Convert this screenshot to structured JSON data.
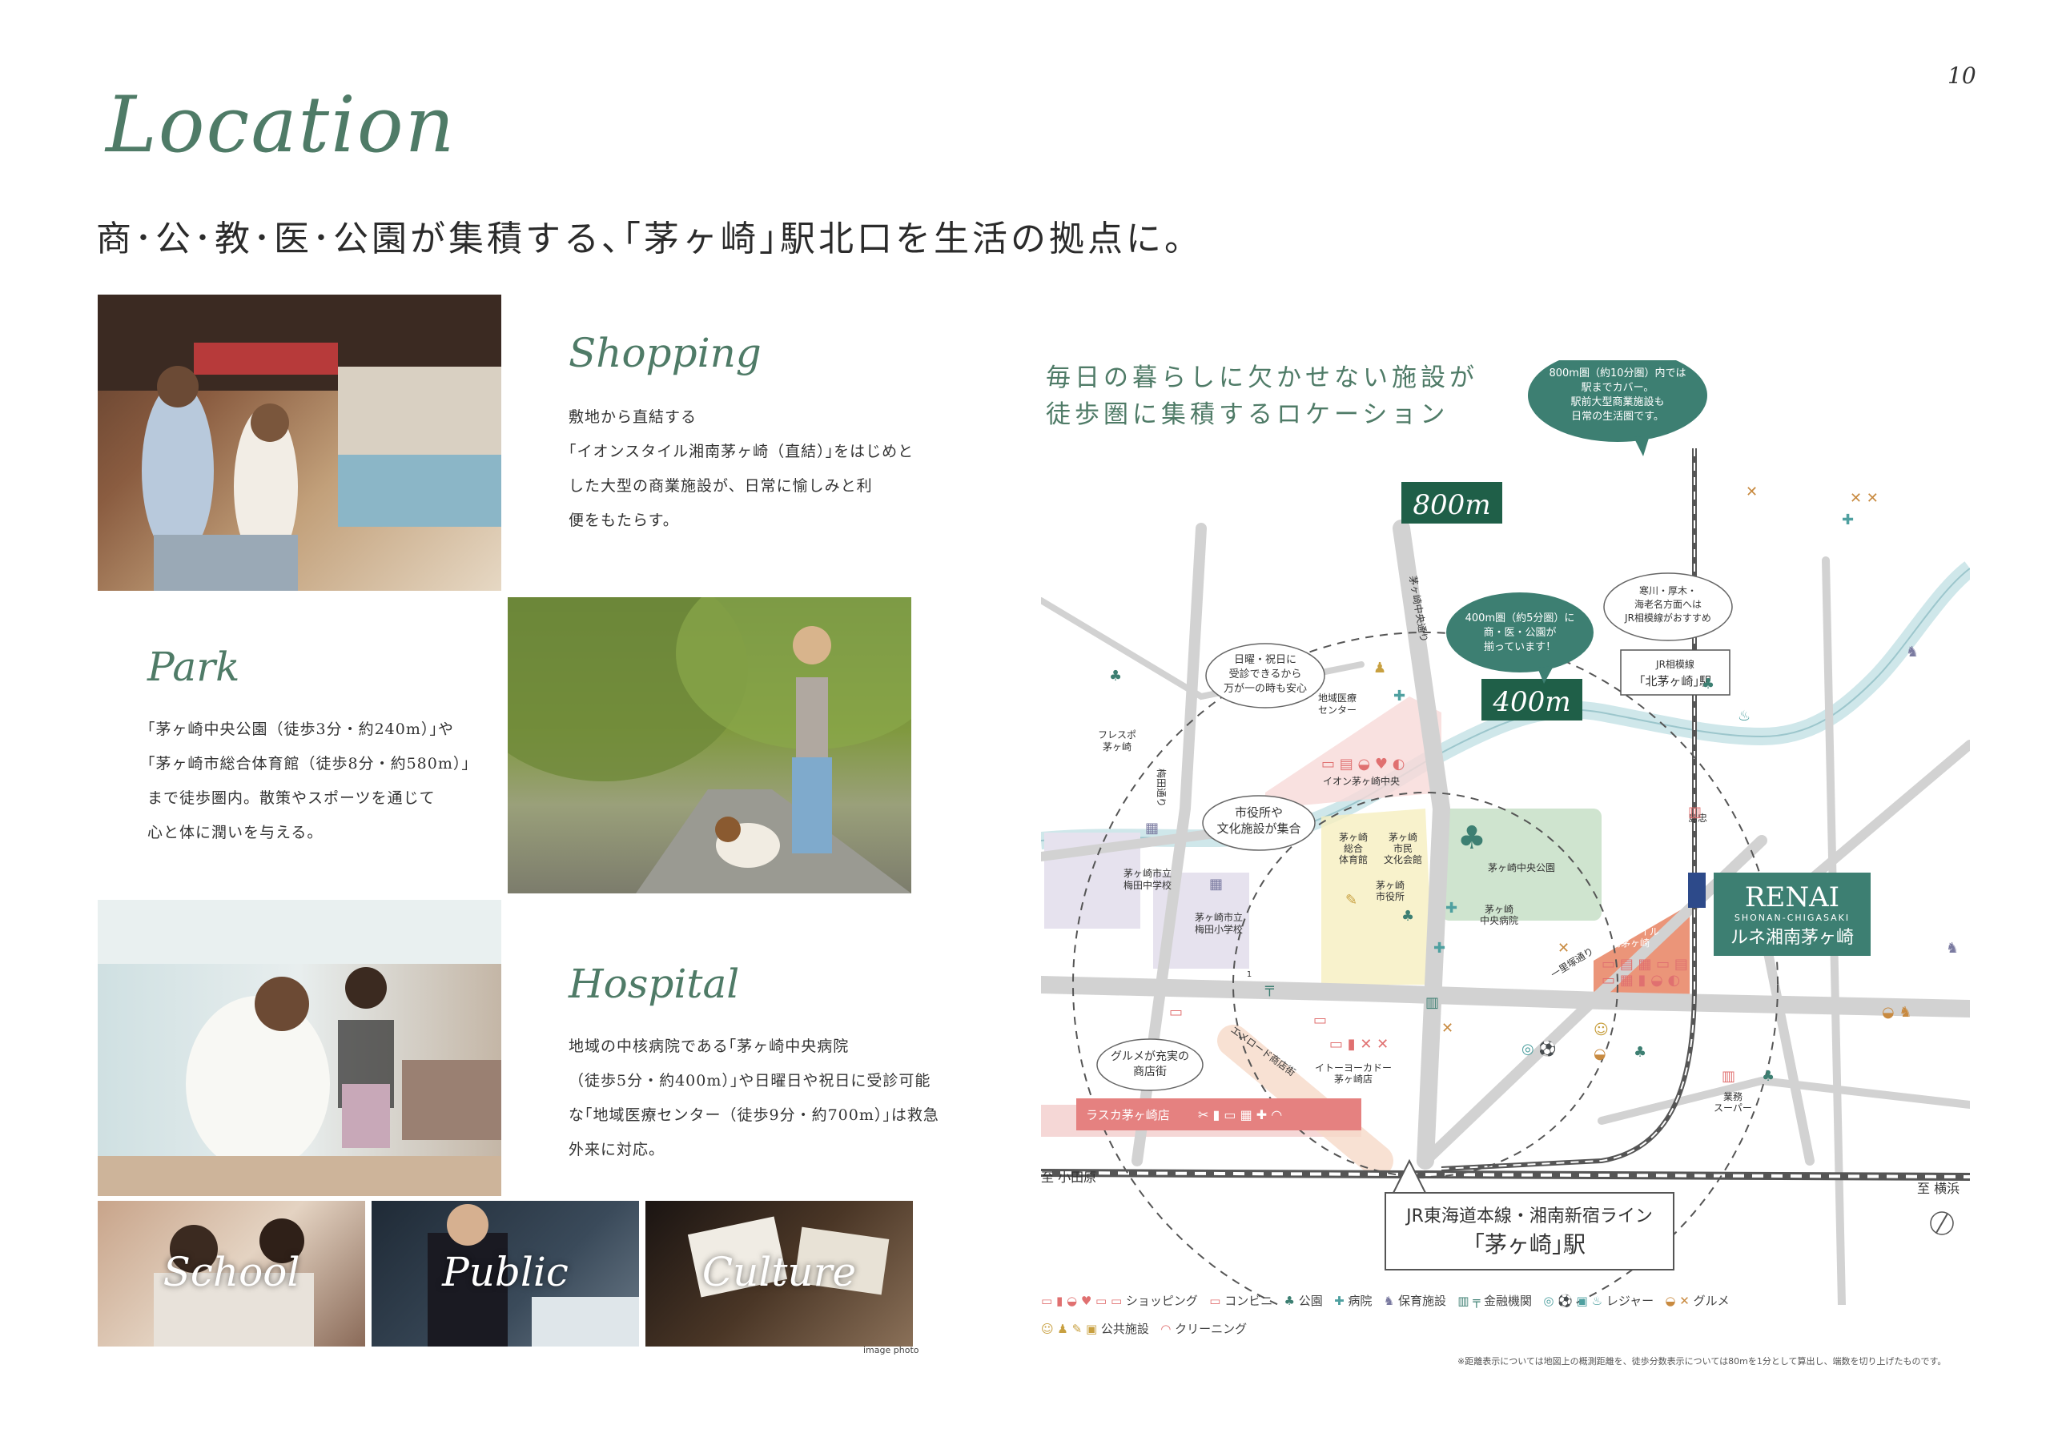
{
  "page": {
    "number": "10",
    "title": "Location",
    "headline": "商･公･教･医･公園が集積する､｢茅ヶ崎｣駅北口を生活の拠点に。",
    "image_note": "image photo",
    "footnote": "※距離表示については地図上の概測距離を、徒歩分数表示については80mを1分として算出し、端数を切り上げたものです。"
  },
  "shopping": {
    "title": "Shopping",
    "lines": [
      "敷地から直結する",
      "｢イオンスタイル湘南茅ヶ崎（直結）｣をはじめと",
      "した大型の商業施設が、日常に愉しみと利",
      "便をもたらす。"
    ]
  },
  "park": {
    "title": "Park",
    "lines": [
      "｢茅ヶ崎中央公園（徒歩3分・約240m）｣や",
      "｢茅ヶ崎市総合体育館（徒歩8分・約580m）｣",
      "まで徒歩圏内。散策やスポーツを通じて",
      "心と体に潤いを与える。"
    ]
  },
  "hospital": {
    "title": "Hospital",
    "lines": [
      "地域の中核病院である｢茅ヶ崎中央病院",
      "（徒歩5分・約400m）｣や日曜日や祝日に受診可能",
      "な｢地域医療センター（徒歩9分・約700m）｣は救急",
      "外来に対応。"
    ]
  },
  "thumbs": [
    "School",
    "Public",
    "Culture"
  ],
  "map": {
    "heading": [
      "毎日の暮らしに欠かせない施設が",
      "徒歩圏に集積するロケーション"
    ],
    "bubble_800": [
      "800m圏（約10分圏）内では",
      "駅までカバー。",
      "駅前大型商業施設も",
      "日常の生活圏です。"
    ],
    "bubble_400": [
      "400m圏（約5分圏）に",
      "商・医・公園が",
      "揃っています！"
    ],
    "bubble_sagami": [
      "寒川・厚木・",
      "海老名方面へは",
      "JR相模線がおすすめ"
    ],
    "bubble_sunday": [
      "日曜・祝日に",
      "受診できるから",
      "万が一の時も安心"
    ],
    "bubble_city": [
      "市役所や",
      "文化施設が集合"
    ],
    "bubble_gourmet": [
      "グルメが充実の",
      "商店街"
    ],
    "dist_800": "800m",
    "dist_400": "400m",
    "station_sagami": [
      "JR相模線",
      "｢北茅ヶ崎｣駅"
    ],
    "station_main": [
      "JR東海道本線・湘南新宿ライン",
      "｢茅ヶ崎｣駅"
    ],
    "to_odawara": "至 小田原",
    "to_yokohama": "至 横浜",
    "renai": [
      "RENAI",
      "SHONAN-CHIGASAKI",
      "ルネ湘南茅ヶ崎"
    ],
    "labels": {
      "fresupo": [
        "フレスポ",
        "茅ヶ崎"
      ],
      "medical_center": [
        "地域医療",
        "センター"
      ],
      "aeon_chuo": "イオン茅ヶ崎中央",
      "chuo_dori": "茅ヶ崎中央通り",
      "umeda_dori": "梅田通り",
      "umeda_jhs": [
        "茅ヶ崎市立",
        "梅田中学校"
      ],
      "umeda_es": [
        "茅ヶ崎市立",
        "梅田小学校"
      ],
      "gym": [
        "茅ヶ崎",
        "総合",
        "体育館"
      ],
      "bunka": [
        "茅ヶ崎",
        "市民",
        "文化会館"
      ],
      "cityhall": [
        "茅ヶ崎",
        "市役所"
      ],
      "park": "茅ヶ崎中央公園",
      "hospital": [
        "茅ヶ崎",
        "中央病院"
      ],
      "aeon_style": [
        "イオンスタイル",
        "湘南茅ヶ崎"
      ],
      "shimachu": "島忠",
      "ichirizuka": "一里塚通り",
      "elmo": "エメロード商店街",
      "itoyokado": [
        "イトーヨーカドー",
        "茅ヶ崎店"
      ],
      "gyomu": [
        "業務",
        "スーパー"
      ],
      "lusca": "ラスカ茅ヶ崎店",
      "route1": "1"
    },
    "legend": {
      "shopping": "ショッピング",
      "konbini": "コンビニ",
      "park": "公園",
      "hospital": "病院",
      "childcare": "保育施設",
      "bank": "金融機関",
      "leisure": "レジャー",
      "gourmet": "グルメ",
      "public": "公共施設",
      "cleaning": "クリーニング"
    },
    "colors": {
      "teal": "#3d7f72",
      "pink": "#e8827f",
      "river": "#cfe7ea",
      "road": "#d2d2d2"
    }
  }
}
